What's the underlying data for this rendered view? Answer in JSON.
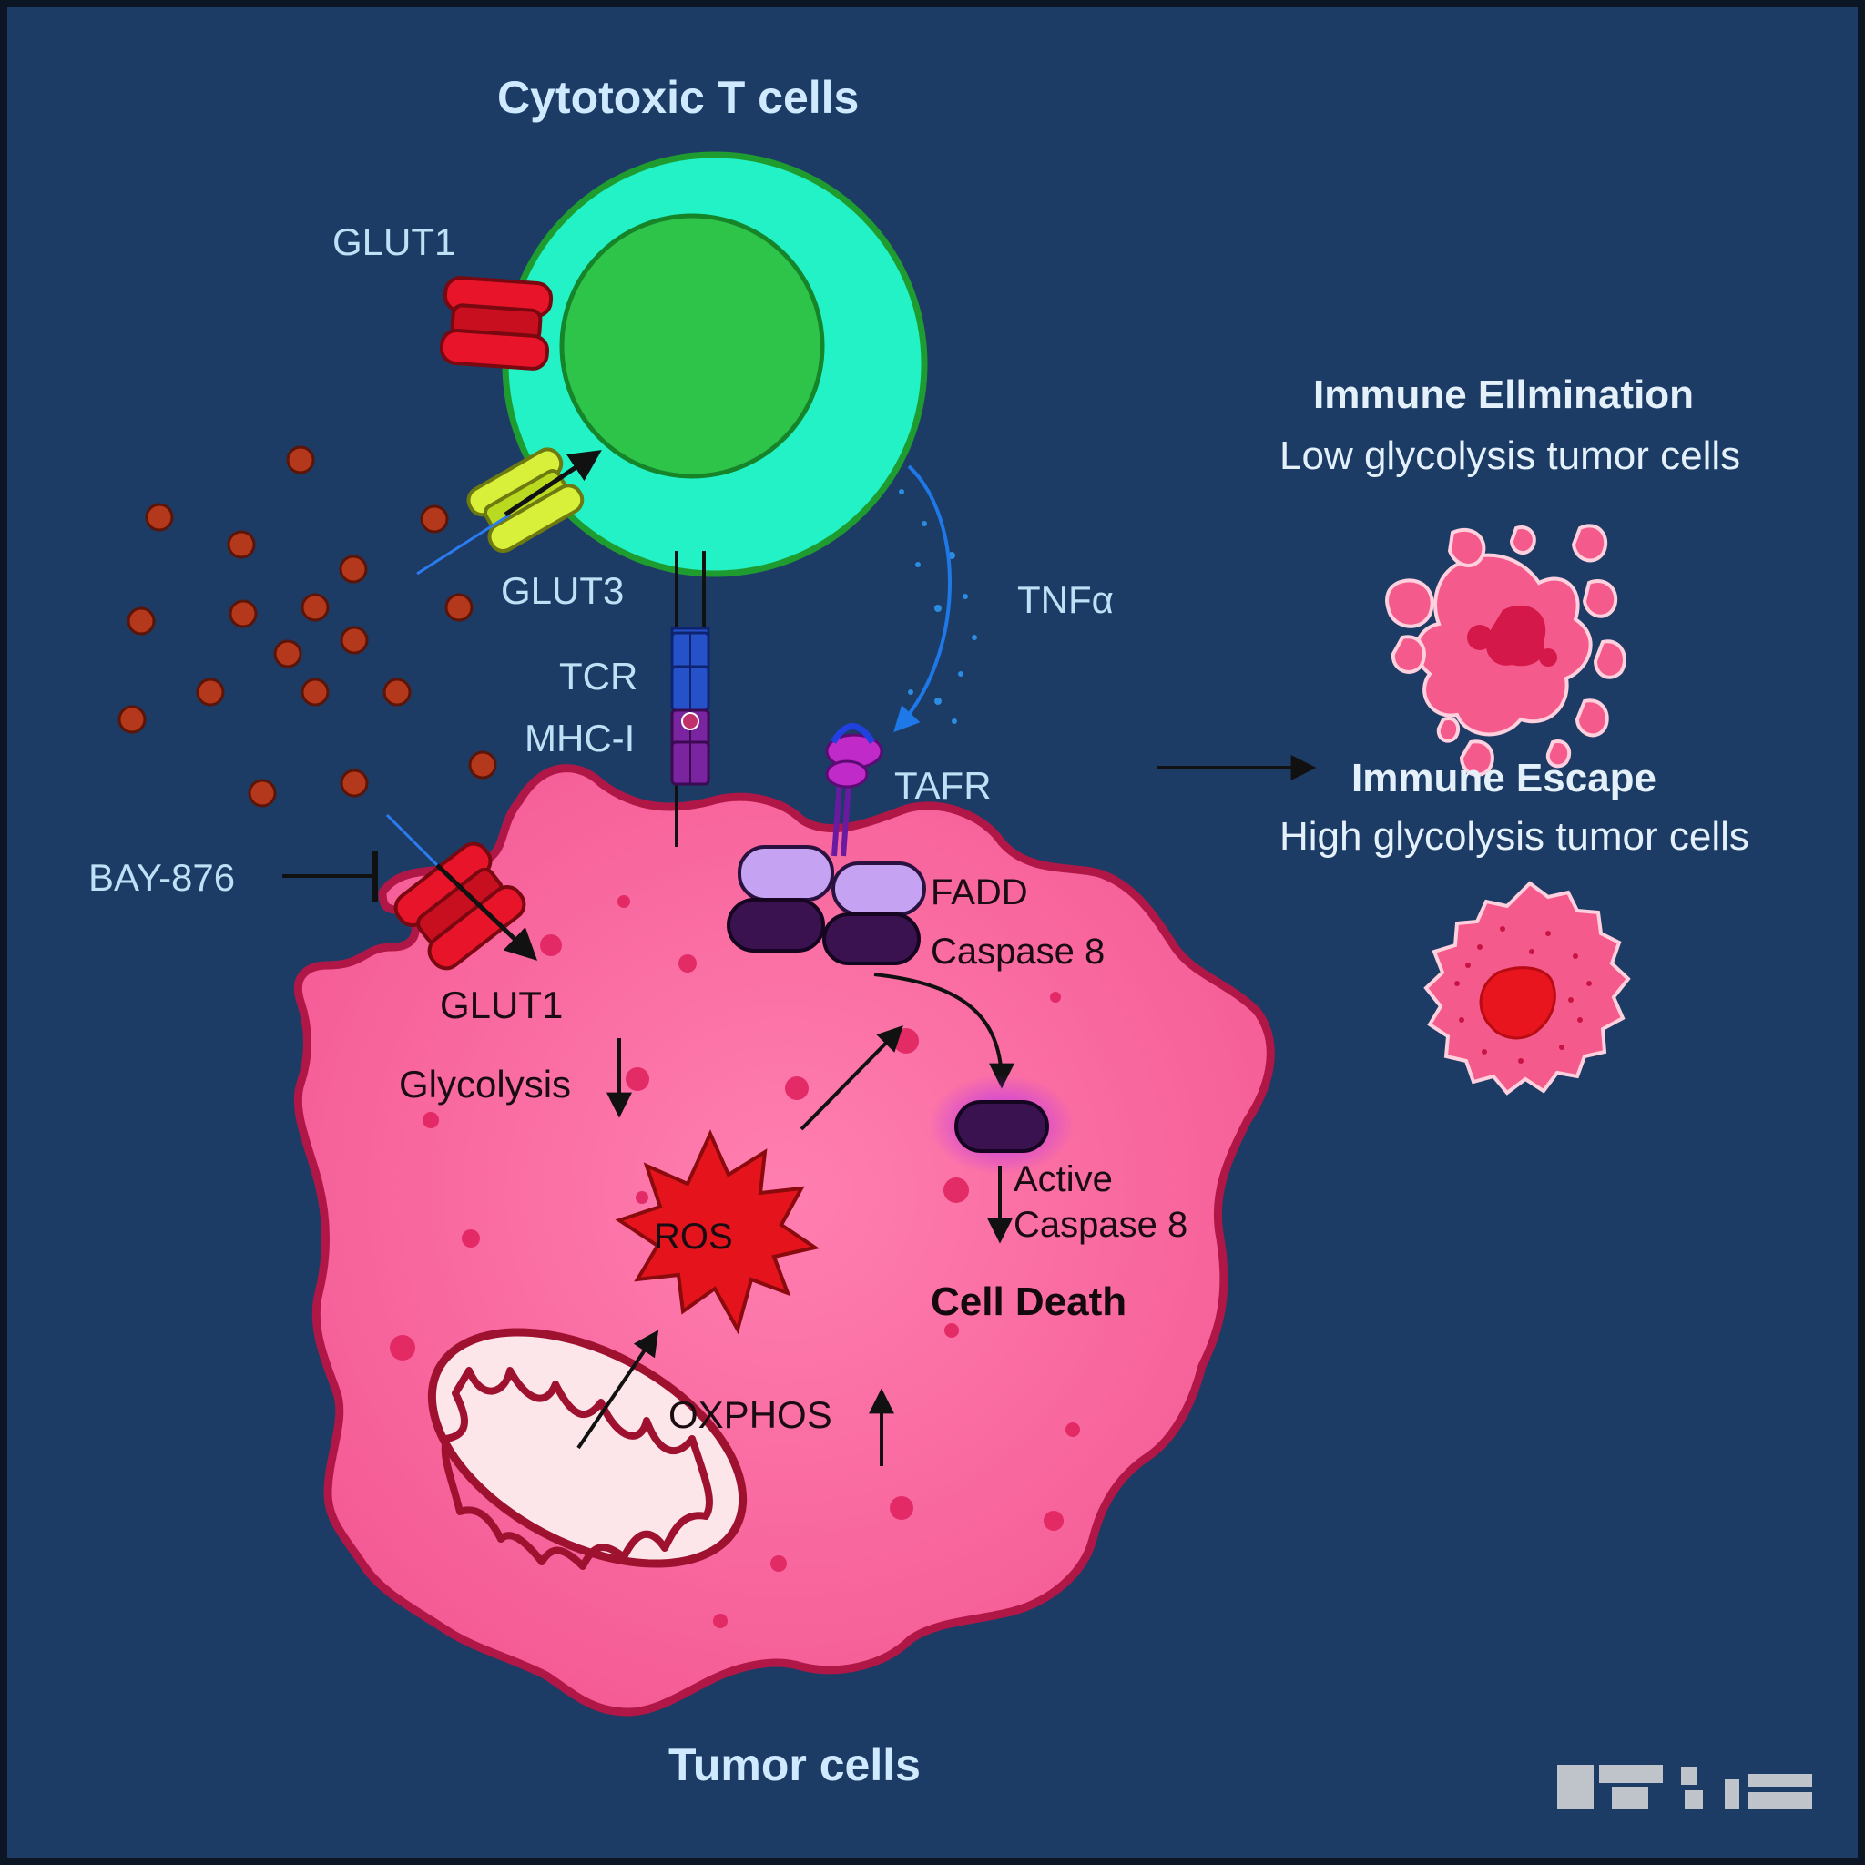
{
  "labels": {
    "t_cells_title": "Cytotoxic T cells",
    "glut1_tcell": "GLUT1",
    "glut3": "GLUT3",
    "tcr": "TCR",
    "mhc": "MHC-I",
    "tnf": "TNFα",
    "tafr": "TAFR",
    "bay": "BAY-876",
    "glut1_tumor": "GLUT1",
    "glycolysis": "Glycolysis",
    "fadd": "FADD",
    "caspase8": "Caspase 8",
    "active": "Active",
    "active_caspase8": "Caspase 8",
    "ros": "ROS",
    "oxphos": "OXPHOS",
    "cell_death": "Cell Death",
    "tumor_cells_title": "Tumor cells"
  },
  "side_panel": {
    "elimination_title": "Immune Ellmination",
    "elimination_subtitle": "Low glycolysis tumor cells",
    "escape_title": "Immune Escape",
    "escape_subtitle": "High glycolysis tumor cells"
  },
  "colors": {
    "background": "#1c3c66",
    "tcell_cytoplasm": "#22f2c6",
    "tcell_nucleus": "#2ec44a",
    "tumor_body": "#f76aa0",
    "tumor_outline": "#b01746",
    "glut1_transporter": "#e8152a",
    "glut3_transporter": "#d8f03a",
    "glucose_dots": "#b4381c",
    "ros_burst": "#e5141c",
    "tcr": "#2552c8",
    "mhc": "#7a24a0"
  }
}
